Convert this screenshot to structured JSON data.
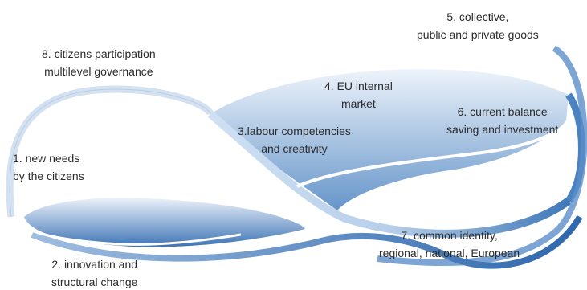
{
  "stages": [
    {
      "id": "s1",
      "lines": [
        "1. new needs",
        "by the citizens"
      ]
    },
    {
      "id": "s2",
      "lines": [
        "2. innovation and",
        "structural change"
      ]
    },
    {
      "id": "s3",
      "lines": [
        "3.labour competencies",
        "and creativity"
      ]
    },
    {
      "id": "s4",
      "lines": [
        "4. EU internal",
        "market"
      ]
    },
    {
      "id": "s5",
      "lines": [
        "5. collective,",
        "public and private goods"
      ]
    },
    {
      "id": "s6",
      "lines": [
        "6. current balance",
        "saving and investment"
      ]
    },
    {
      "id": "s7",
      "lines": [
        "7. common identity,",
        "regional, national, European"
      ]
    },
    {
      "id": "s8",
      "lines": [
        "8. citizens participation",
        "multilevel governance"
      ]
    }
  ],
  "colors": {
    "ribbon_light": "#e6eef9",
    "ribbon_dark": "#3f78b8",
    "outline": "#b9cde6"
  }
}
